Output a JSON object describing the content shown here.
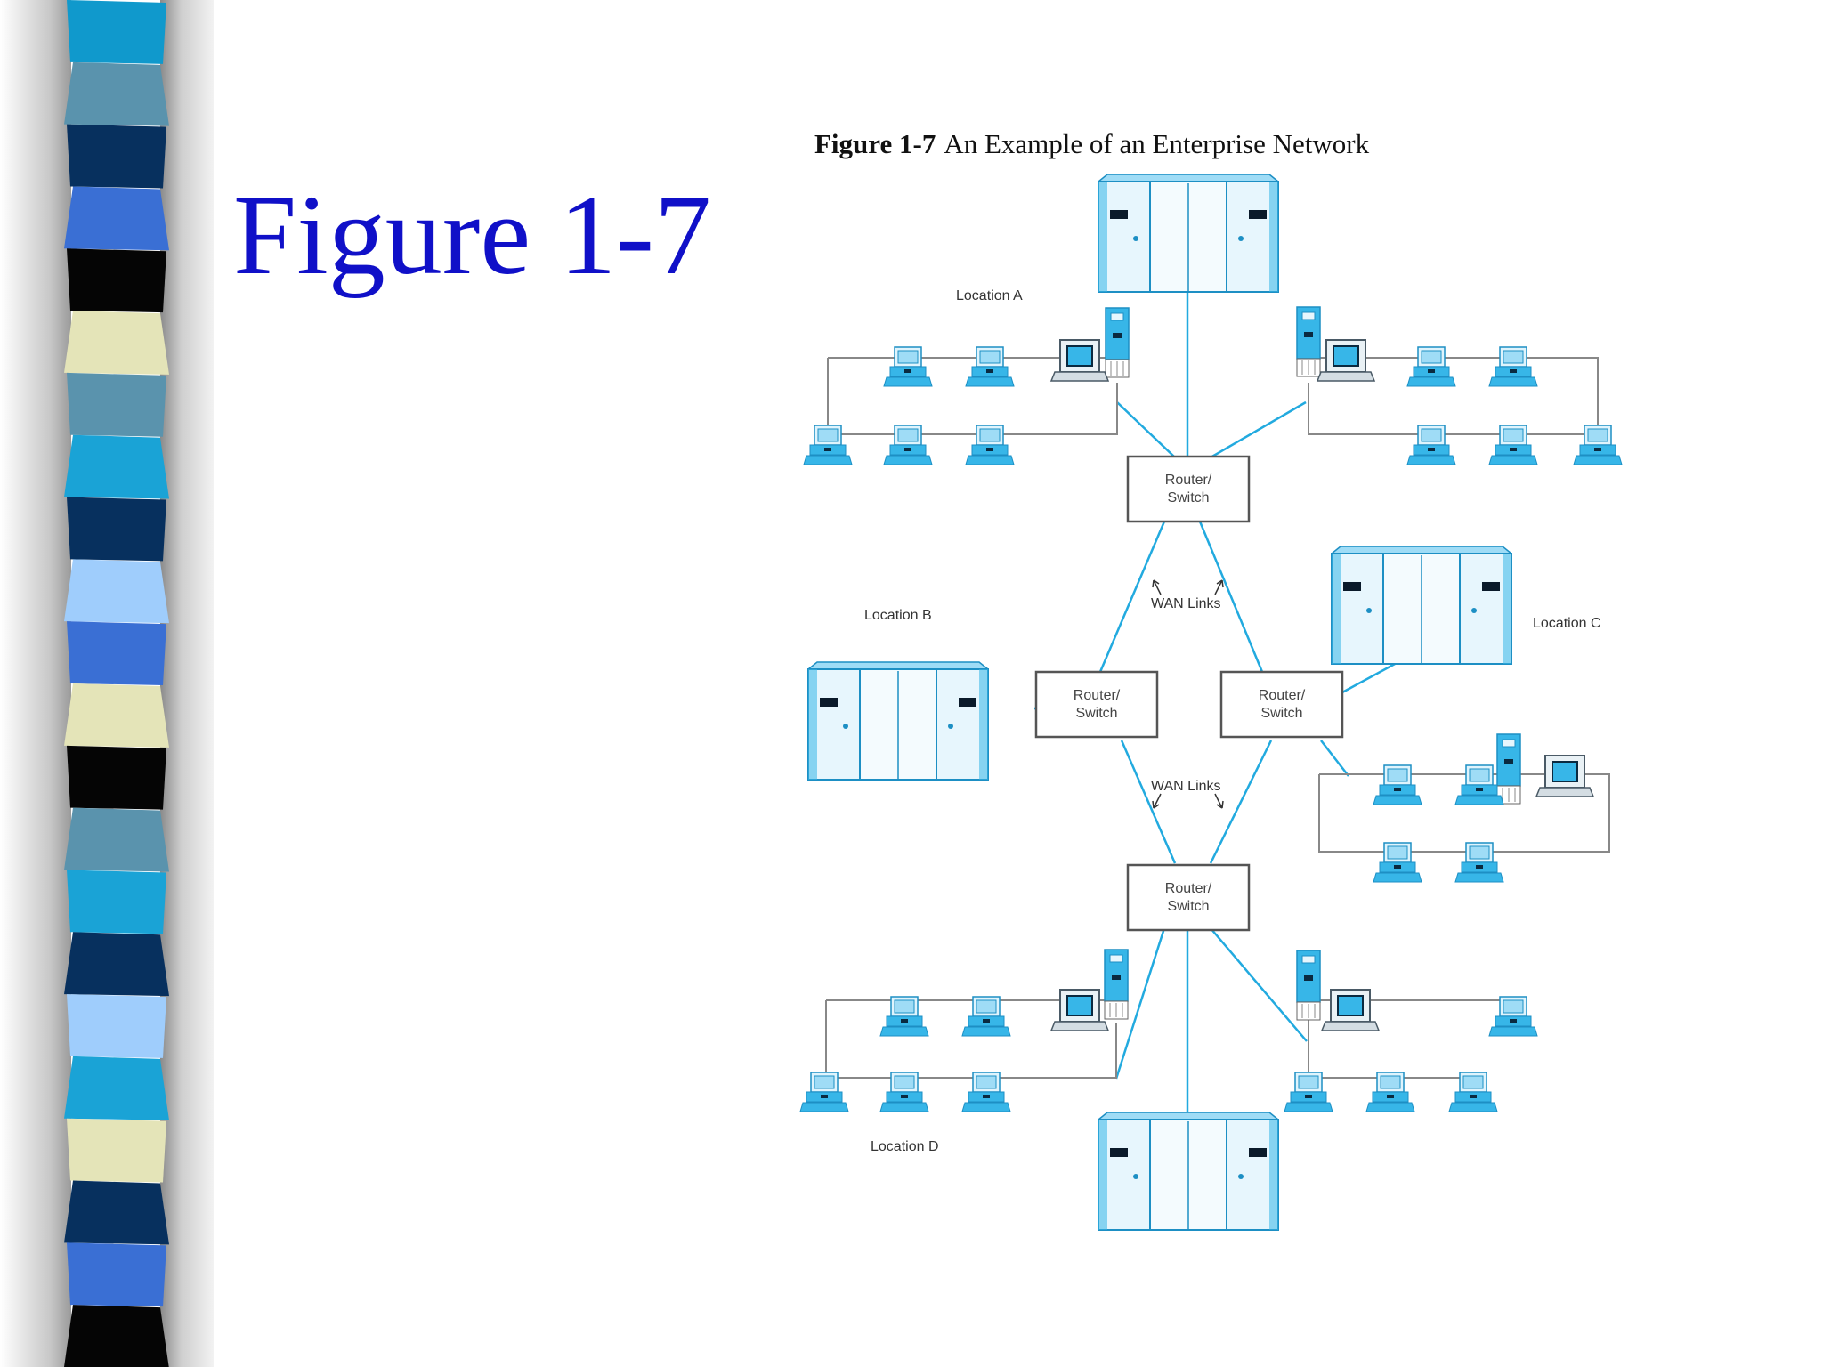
{
  "slide": {
    "title": "Figure 1-7"
  },
  "figure": {
    "caption_number": "Figure 1-7",
    "caption_text": "An Example of an Enterprise Network",
    "locations": {
      "a": "Location A",
      "b": "Location B",
      "c": "Location C",
      "d": "Location D"
    },
    "router_label": [
      "Router/",
      "Switch"
    ],
    "wan_label": "WAN Links"
  },
  "colors": {
    "title": "#1010c8",
    "device_fill": "#37b6e8",
    "device_stroke": "#1d8fc4",
    "link": "#22aadf",
    "lan_line": "#888888",
    "router_border": "#555555"
  }
}
